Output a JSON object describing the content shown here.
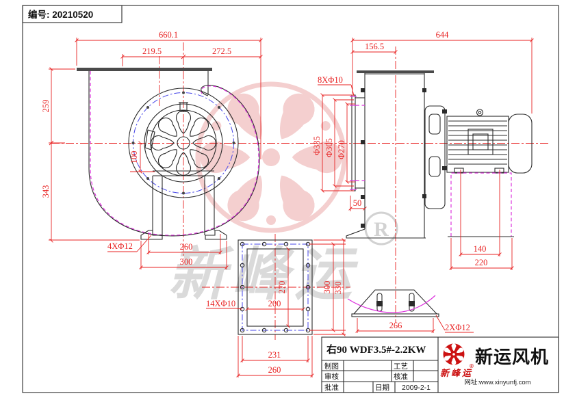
{
  "sheet": {
    "doc_no": "编号: 20210520"
  },
  "front": {
    "d_total": "660.1",
    "d_left": "219.5",
    "d_right": "272.5",
    "d_top": "259",
    "d_bottom": "343",
    "d_offset": "100",
    "d_feet_holes": "4XΦ12",
    "d_feet_in": "260",
    "d_feet_out": "300"
  },
  "side": {
    "d_total": "644",
    "d_inlet": "156.5",
    "d_holes": "8XΦ10",
    "d_335": "Φ335",
    "d_305": "Φ305",
    "d_270": "Φ270",
    "d_50": "50",
    "d_140": "140",
    "d_220": "220"
  },
  "flange": {
    "d_holes": "14XΦ10",
    "d_200": "200",
    "d_270": "270",
    "d_300": "300",
    "d_330": "330",
    "d_231": "231",
    "d_260": "260"
  },
  "base": {
    "d_266": "266",
    "d_holes": "2XΦ12"
  },
  "title": {
    "model": "右90 WDF3.5#-2.2KW",
    "row1l": "制图",
    "row1r": "工艺",
    "row2l": "审核",
    "row2r": "核准",
    "row3l": "批准",
    "row3m": "日期",
    "date": "2009-2-1",
    "company": "新运风机",
    "brand": "新峰运",
    "reg": "®",
    "site": "网址:www.xinyunfj.com"
  },
  "watermark": {
    "text": "新峰运",
    "reg": "R"
  },
  "colors": {
    "dim": "#e82222",
    "line": "#2a2a2a",
    "blue": "#4646e8",
    "magenta": "#dd33dd",
    "logo_red": "#cc1111",
    "wm_pink": "#f4cfcf",
    "wm_gray": "#dadada"
  }
}
